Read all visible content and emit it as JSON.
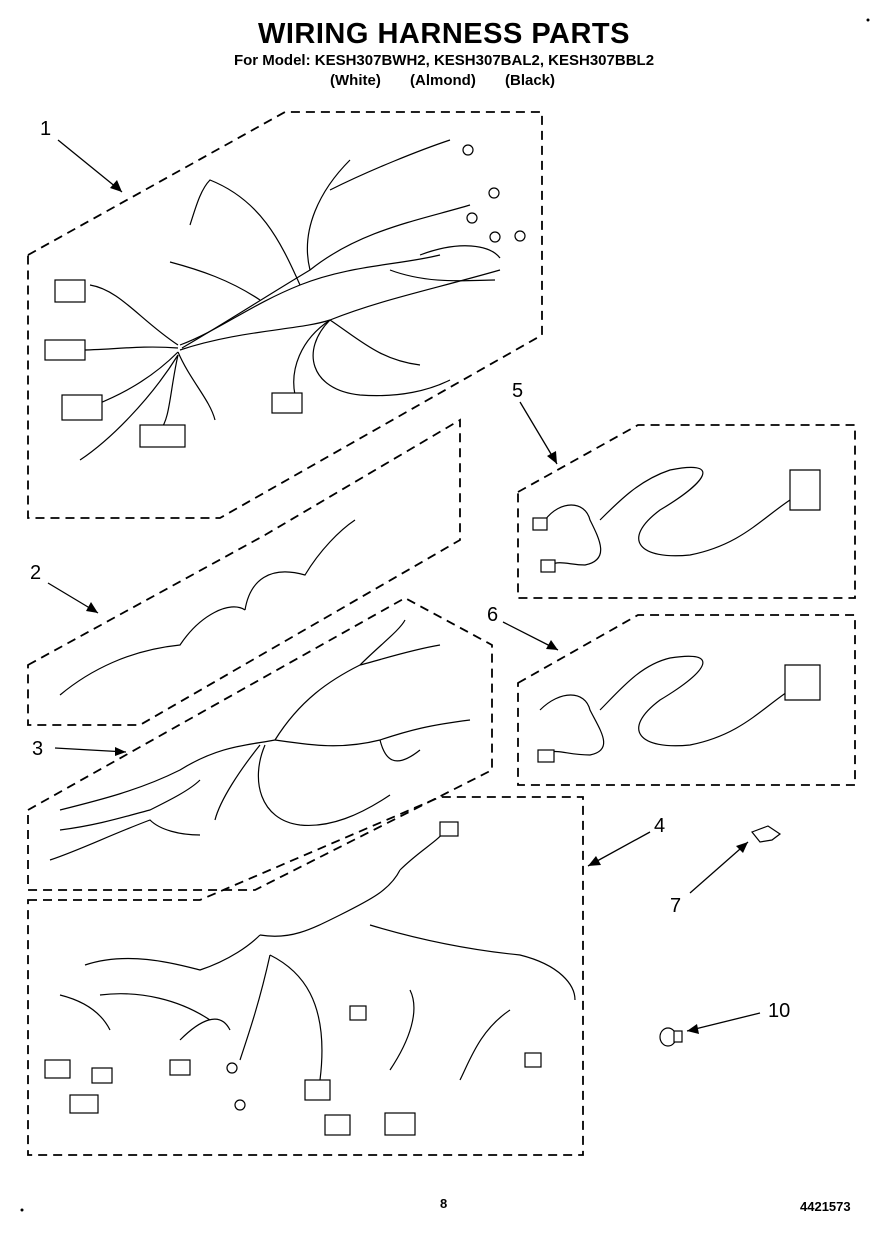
{
  "header": {
    "title": "WIRING HARNESS PARTS",
    "model_line": "For Model: KESH307BWH2, KESH307BAL2, KESH307BBL2",
    "finishes": [
      "(White)",
      "(Almond)",
      "(Black)"
    ]
  },
  "callouts": [
    "1",
    "2",
    "3",
    "4",
    "5",
    "6",
    "7",
    "10"
  ],
  "footer": {
    "page_number": "8",
    "doc_number": "4421573"
  }
}
